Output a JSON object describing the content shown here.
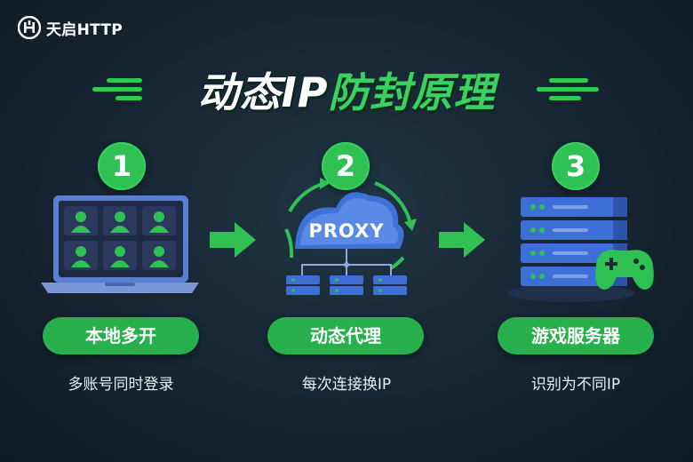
{
  "brand": {
    "name": "天启HTTP"
  },
  "title": {
    "part1": "动态IP",
    "part2": "防封原理"
  },
  "steps": [
    {
      "number": "1",
      "label": "本地多开",
      "caption": "多账号同时登录"
    },
    {
      "number": "2",
      "label": "动态代理",
      "caption": "每次连接换IP"
    },
    {
      "number": "3",
      "label": "游戏服务器",
      "caption": "识别为不同IP"
    }
  ],
  "proxy": {
    "cloud_text": "PROXY"
  },
  "colors": {
    "accent": "#2fc153",
    "background": "#162431",
    "blue": "#3d6fd6"
  }
}
